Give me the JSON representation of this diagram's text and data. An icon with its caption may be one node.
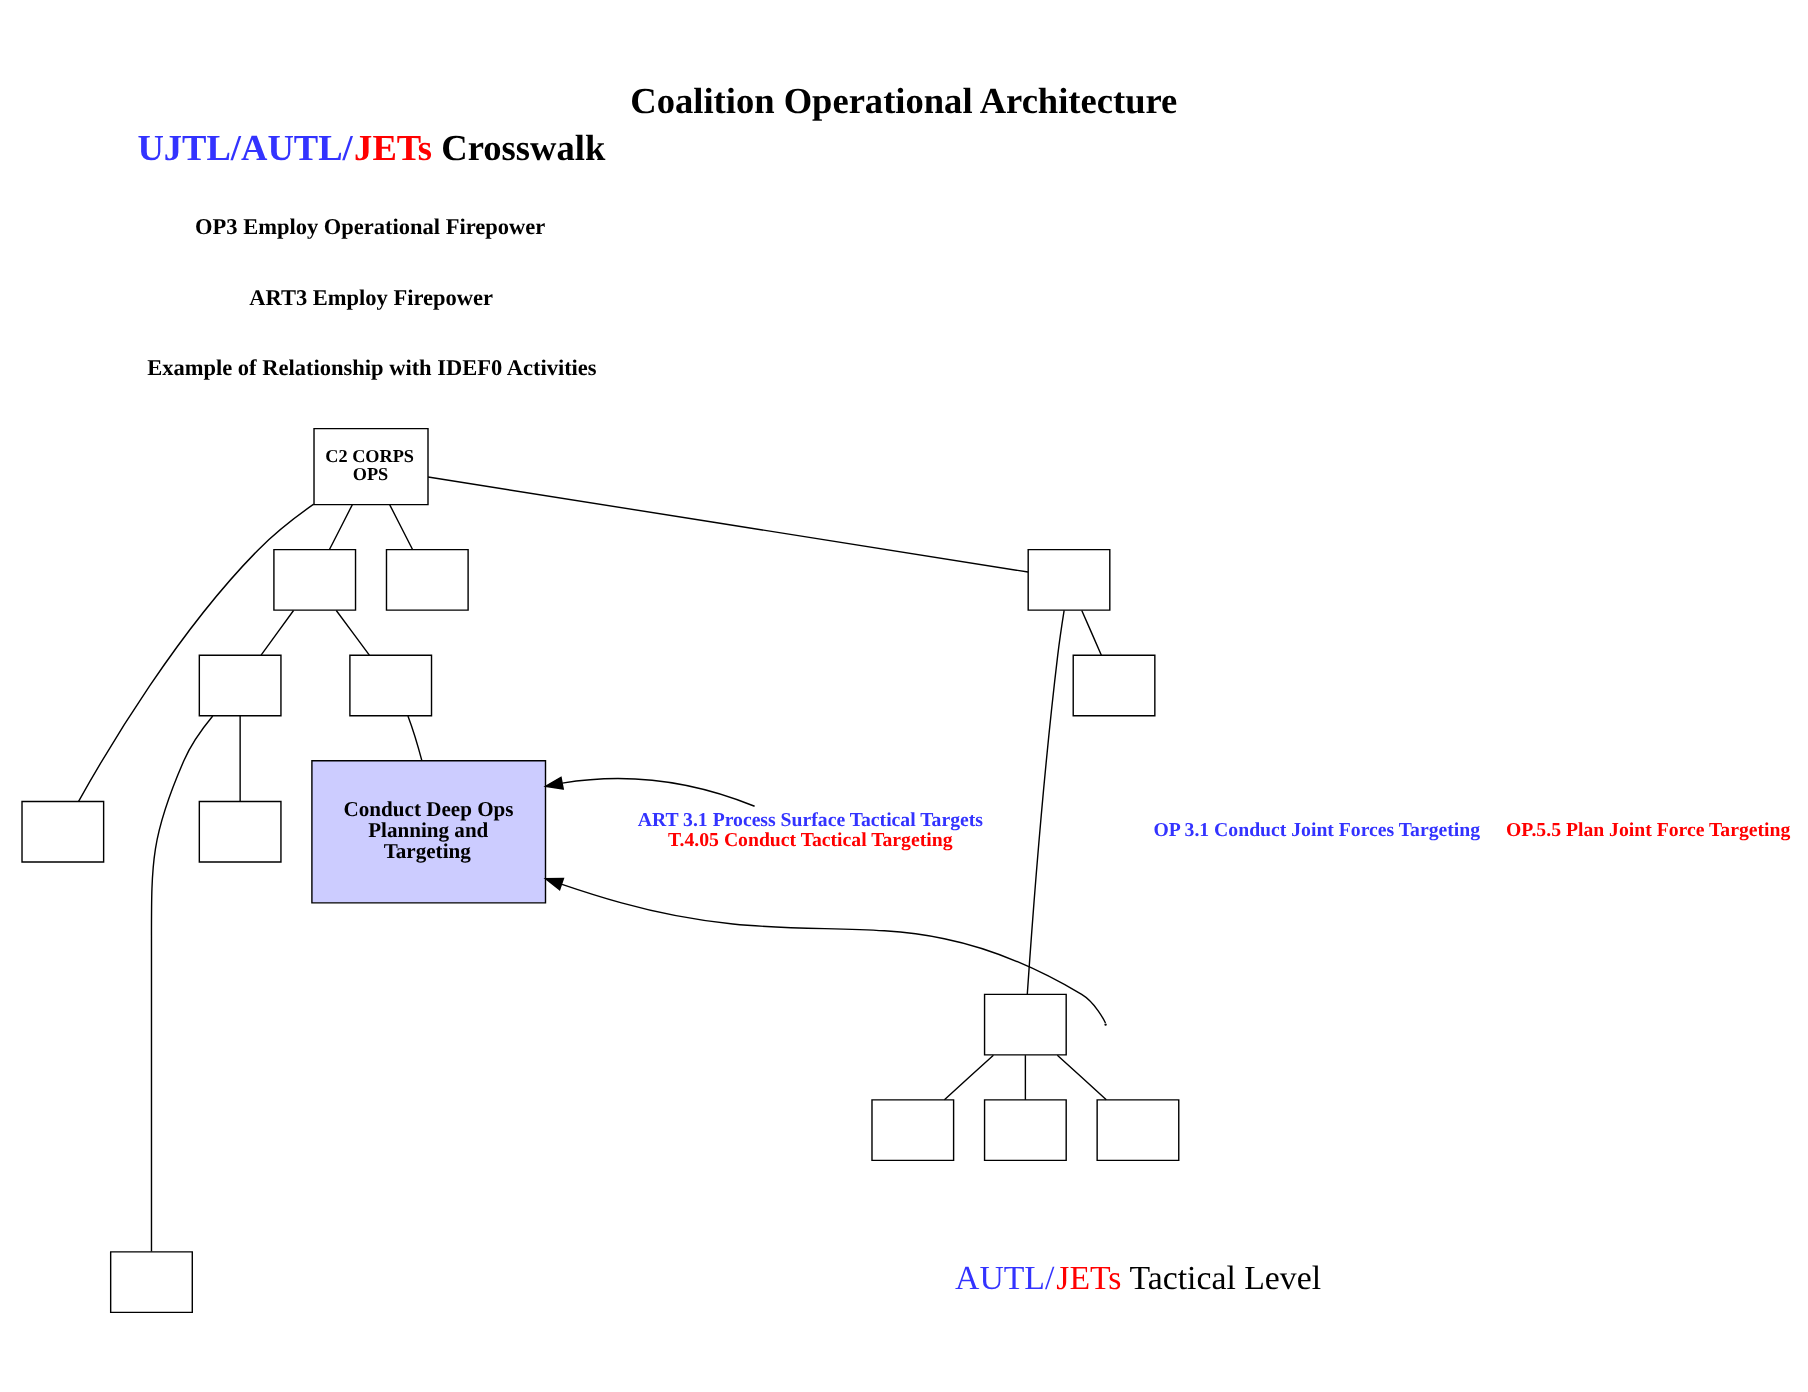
{
  "diagram": {
    "title": "Coalition Operational Architecture",
    "nodes": [
      {
        "text": [
          "C2 CORPS OPS"
        ]
      },
      {
        "text": [],
        "shape": "box"
      },
      {
        "text": [],
        "shape": "box"
      },
      {
        "text": [],
        "shape": "box"
      },
      {
        "text": [],
        "shape": "box"
      },
      {
        "text": [],
        "shape": "box"
      },
      {
        "text": [],
        "shape": "box"
      },
      {
        "text": [],
        "shape": "box"
      },
      {
        "text": [],
        "shape": "box"
      },
      {
        "text": [],
        "shape": "box"
      },
      {
        "text": [],
        "shape": "box"
      },
      {
        "text": [],
        "shape": "box"
      },
      {
        "text": [],
        "shape": "box"
      },
      {
        "text": [],
        "shape": "box"
      },
      {
        "text": [
          "Conduct Deep Ops Planning and Targeting"
        ]
      },
      {
        "text": [
          "ART 3.1 Process Surface Tactical Targets",
          "T.4.05 Conduct Tactical Targeting"
        ]
      }
    ],
    "edges": [
      {
        "from": 0,
        "to": 1,
        "arrow": "none"
      },
      {
        "from": 0,
        "to": 2,
        "arrow": "none"
      },
      {
        "from": 0,
        "to": 3,
        "arrow": "none"
      },
      {
        "from": 0,
        "to": 4,
        "arrow": "none"
      },
      {
        "from": 2,
        "to": 5,
        "arrow": "none"
      },
      {
        "from": 2,
        "to": 6,
        "arrow": "none"
      },
      {
        "from": 4,
        "to": 7,
        "arrow": "none"
      },
      {
        "from": 4,
        "to": 8,
        "arrow": "none"
      },
      {
        "from": 5,
        "to": 9,
        "arrow": "none"
      },
      {
        "from": 5,
        "to": 10,
        "arrow": "none"
      },
      {
        "from": 7,
        "to": 11,
        "arrow": "none"
      },
      {
        "from": 7,
        "to": 12,
        "arrow": "none"
      },
      {
        "from": 7,
        "to": 13,
        "arrow": "none"
      },
      {
        "from": 14,
        "to": 6,
        "arrow": "none"
      },
      {
        "from": null,
        "to": 14,
        "arrow": "to"
      },
      {
        "from": 15,
        "to": 14,
        "arrow": "to"
      }
    ],
    "labels": [
      "UJTL/AUTL/JETs Crosswalk",
      "OP3 Employ Operational Firepower",
      "ART3 Employ Firepower",
      "Example of Relationship with IDEF0 Activities",
      "OP 3.1 Conduct Joint Forces Targeting",
      "OP.5.5 Plan Joint Force Targeting",
      "AUTL/JETs Tactical Level"
    ]
  }
}
